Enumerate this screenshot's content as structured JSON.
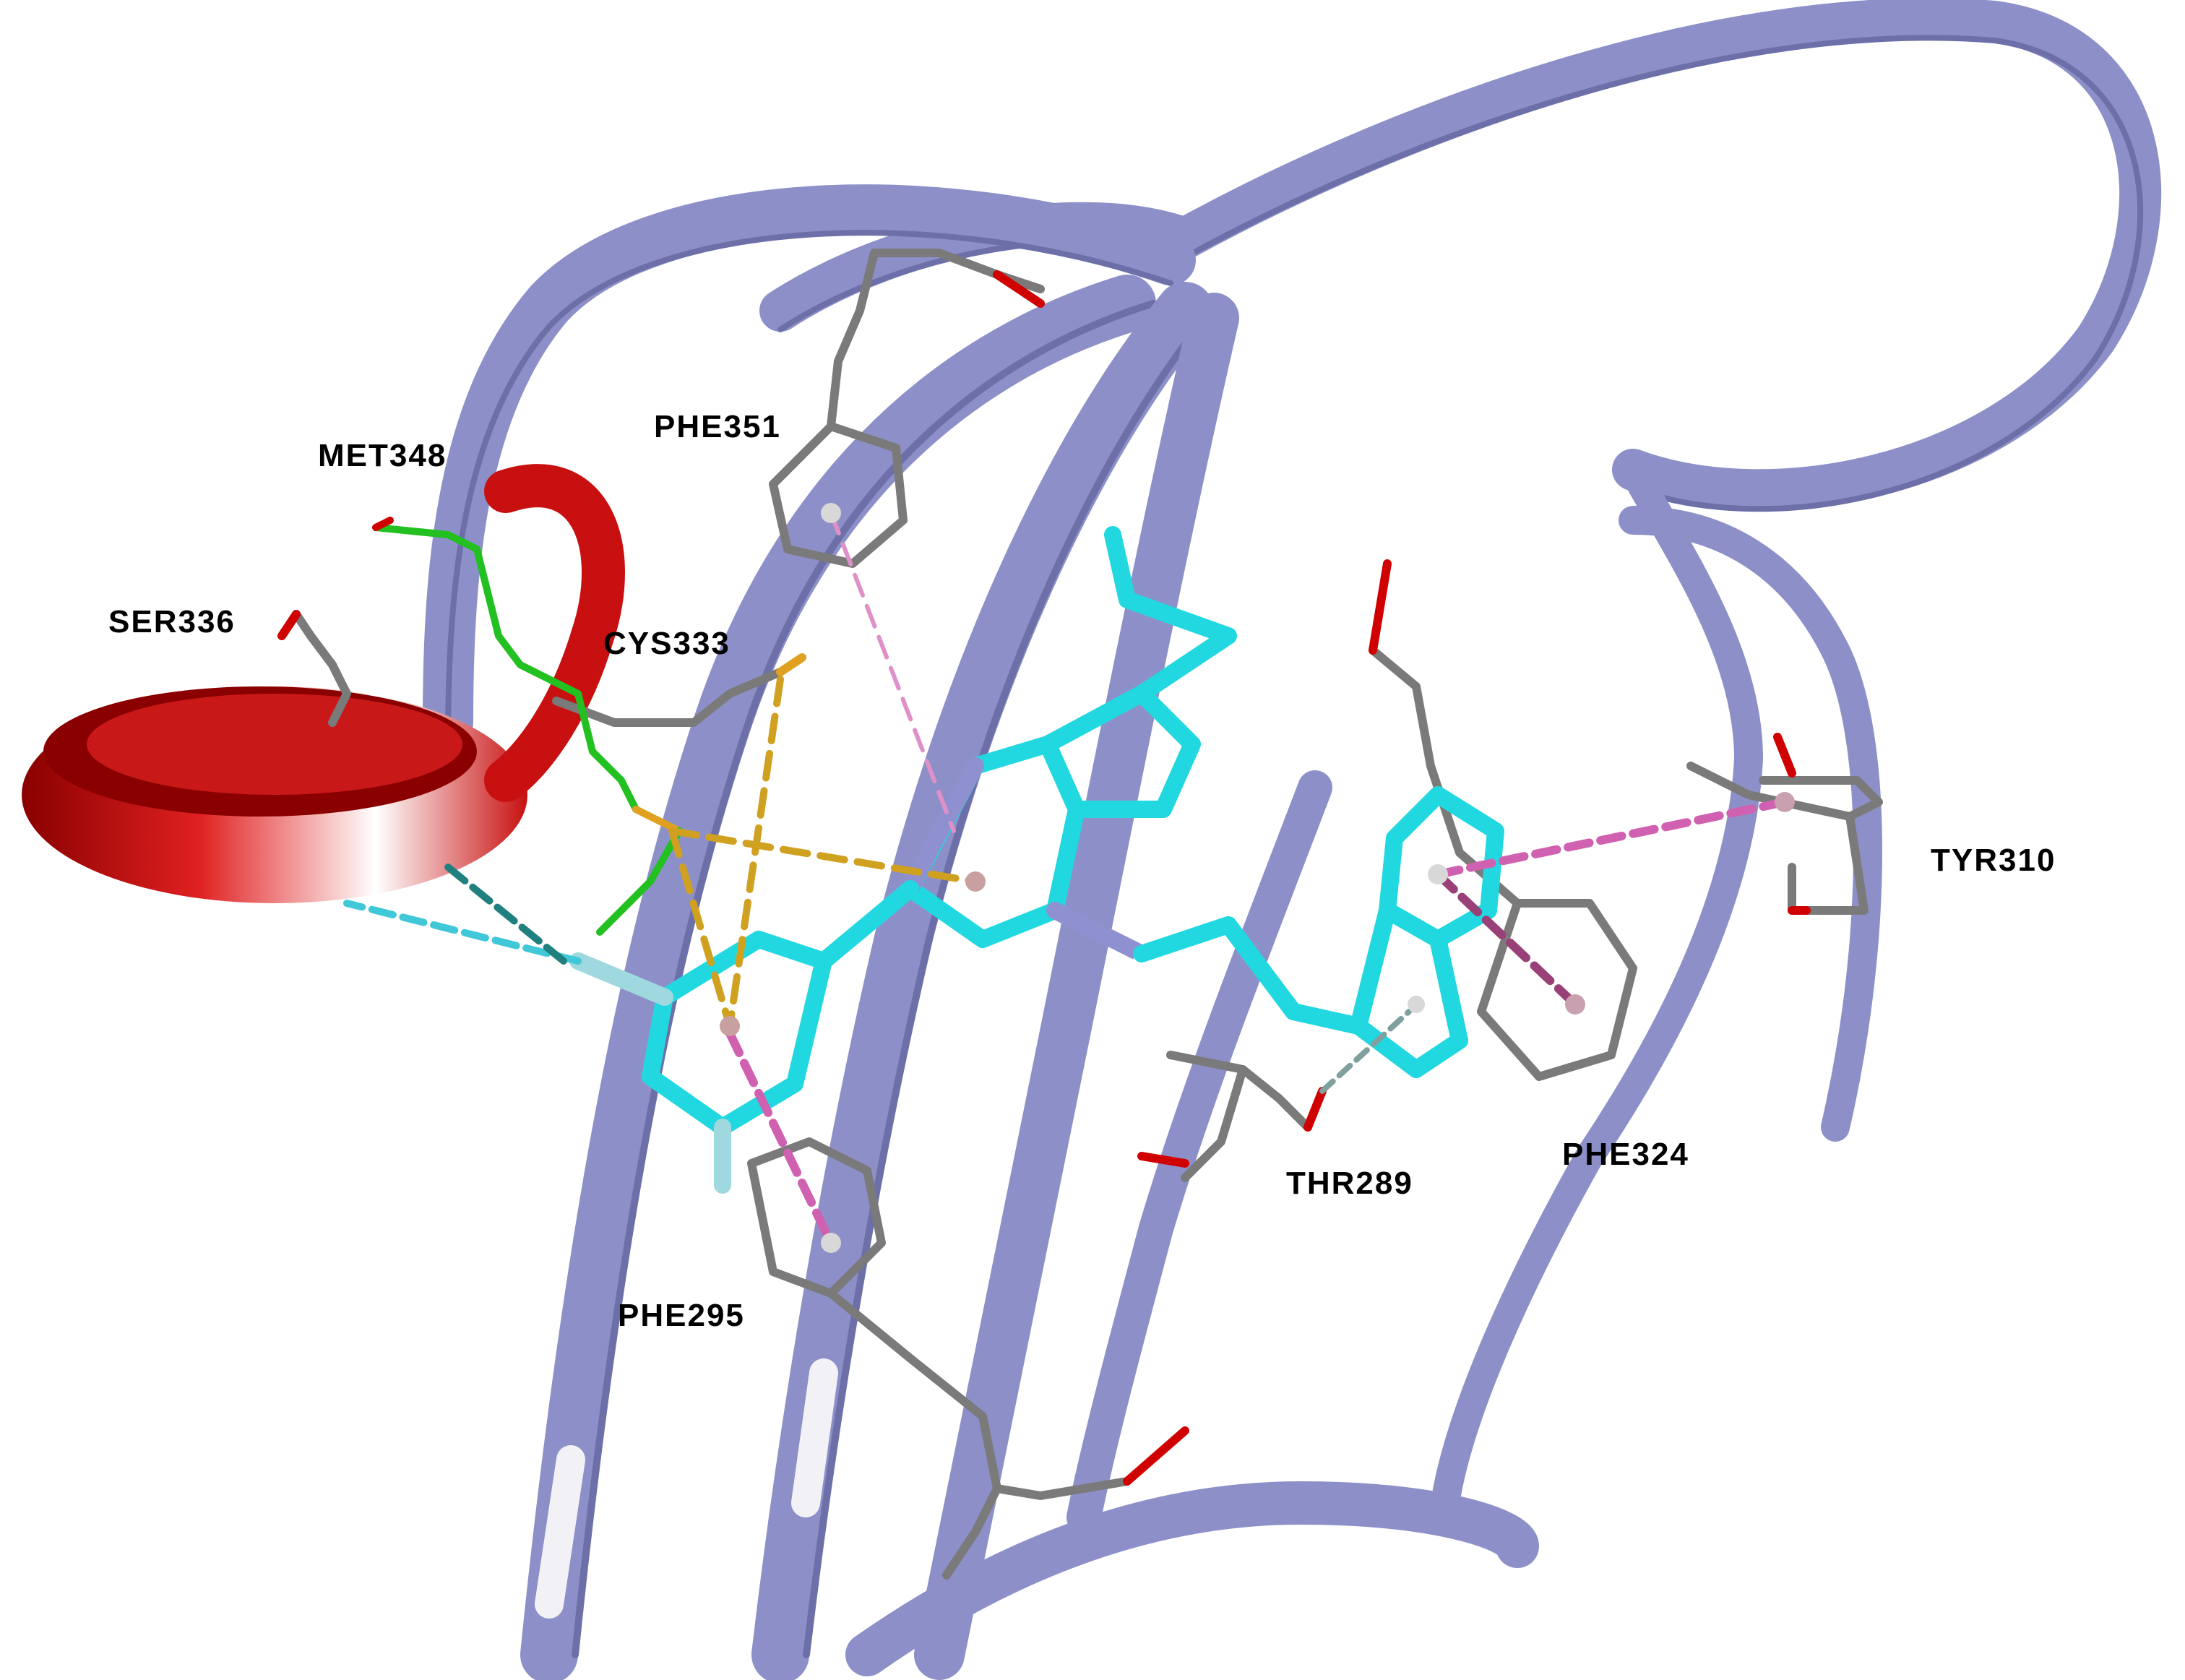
{
  "labels": {
    "met348": "MET348",
    "phe351": "PHE351",
    "ser336": "SER336",
    "cys333": "CYS333",
    "tyr310": "TYR310",
    "phe324": "PHE324",
    "thr289": "THR289",
    "phe295": "PHE295"
  },
  "colors": {
    "ribbon": "#8d90c8",
    "ribbon_shadow": "#6d70a8",
    "helix": "#d01010",
    "helix_dark": "#8a0000",
    "ligand": "#22d8e0",
    "ligand_nitrogen": "#8f90d0",
    "residue": "#7a7a7a",
    "oxygen": "#d00000",
    "sulfur": "#e0a020",
    "met_carbon": "#22c020",
    "pi_pi": "#d060b0",
    "pi_sulfur": "#d0a020",
    "h_bond": "#40c8d8",
    "halogen": "#208080"
  },
  "icons": {
    "interaction_centroid": "centroid-sphere"
  }
}
